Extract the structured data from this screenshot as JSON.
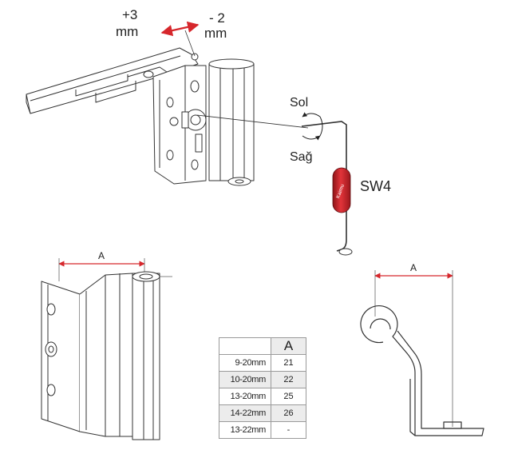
{
  "top_figure": {
    "plus_value": "+3",
    "plus_unit": "mm",
    "minus_value": "- 2",
    "minus_unit": "mm",
    "rotate_left_label": "Sol",
    "rotate_right_label": "Sağ",
    "tool_label": "SW4",
    "tool_handle_text": "Kaimu"
  },
  "left_figure": {
    "dimension_label": "A"
  },
  "right_figure": {
    "dimension_label": "A"
  },
  "table": {
    "header": "A",
    "rows": [
      {
        "size": "9-20mm",
        "a": "21"
      },
      {
        "size": "10-20mm",
        "a": "22"
      },
      {
        "size": "13-20mm",
        "a": "25"
      },
      {
        "size": "14-22mm",
        "a": "26"
      },
      {
        "size": "13-22mm",
        "a": "-"
      }
    ]
  },
  "colors": {
    "accent": "#d6272c",
    "line": "#333333",
    "table_shade": "#ececec"
  }
}
